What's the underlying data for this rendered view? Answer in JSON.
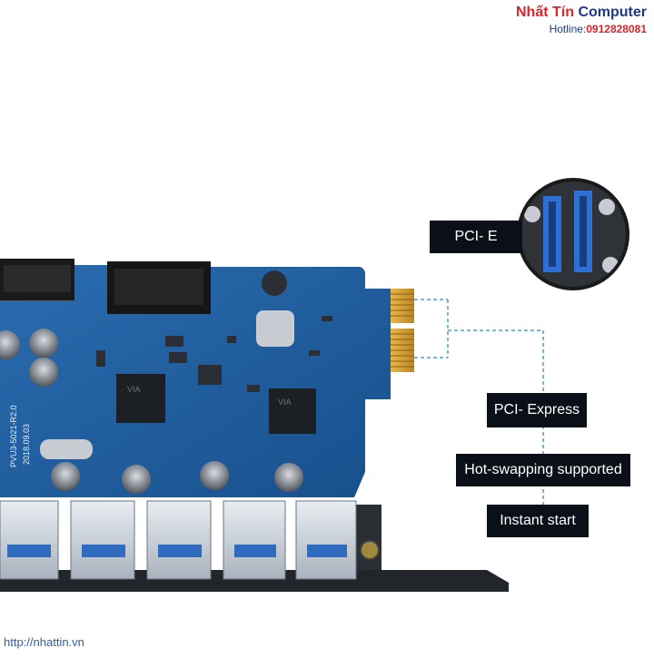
{
  "brand": {
    "name_part1": "Nhất Tín",
    "name_part2": "Computer",
    "hotline_label": "Hotline:",
    "hotline_number": "0912828081"
  },
  "labels": {
    "pcie": "PCI- E",
    "pci_express": "PCI- Express",
    "hot_swapping": "Hot-swapping supported",
    "instant_start": "Instant start"
  },
  "board_text": {
    "model": "PVU3-5021-R2.0",
    "date": "2018.09.03"
  },
  "watermark_url": "http://nhattin.vn",
  "colors": {
    "pcb": "#1f5fa0",
    "gold_contacts": "#d9a63c",
    "label_bg": "#0b0f17",
    "connector_line": "#4aa3c7",
    "brand_red": "#d8262b",
    "brand_blue": "#1d3a8a"
  }
}
